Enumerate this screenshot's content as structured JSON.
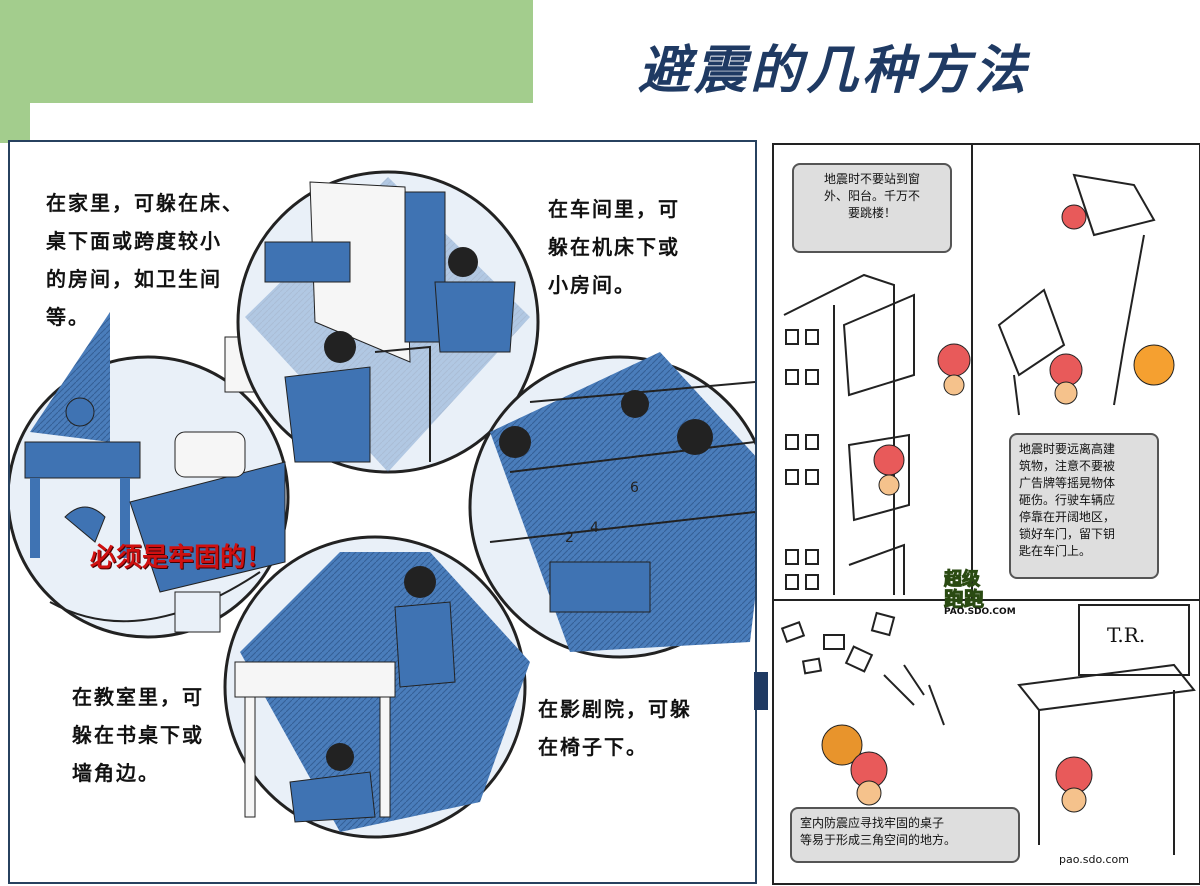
{
  "slide": {
    "title": "避震的几种方法",
    "colors": {
      "accent_green": "#a3cd8d",
      "title_navy": "#1f3a63",
      "illustration_blue": "#3f73b3",
      "warning_red": "#d01010"
    }
  },
  "left_panel": {
    "captions": {
      "home": "在家里，可躲在床、\n桌下面或跨度较小\n的房间，如卫生间\n等。",
      "workshop": "在车间里，可\n躲在机床下或\n小房间。",
      "classroom": "在教室里，可\n躲在书桌下或\n墙角边。",
      "cinema": "在影剧院，可躲\n在椅子下。"
    },
    "warning": "必须是牢固的！"
  },
  "right_panel": {
    "bubbles": {
      "window": "地震时不要站到窗\n外、阳台。千万不\n要跳楼！",
      "outdoor": "地震时要远离高建\n筑物，注意不要被\n广告牌等摇晃物体\n砸伤。行驶车辆应\n停靠在开阔地区，\n锁好车门，留下钥\n匙在车门上。",
      "indoor": "室内防震应寻找牢固的桌子\n等易于形成三角空间的地方。"
    },
    "logo_line1": "超级",
    "logo_line2": "跑跑",
    "logo_site": "PAO.SDO.COM",
    "watermark_bottom": "pao.sdo.com",
    "monitor_text": "T.R."
  }
}
